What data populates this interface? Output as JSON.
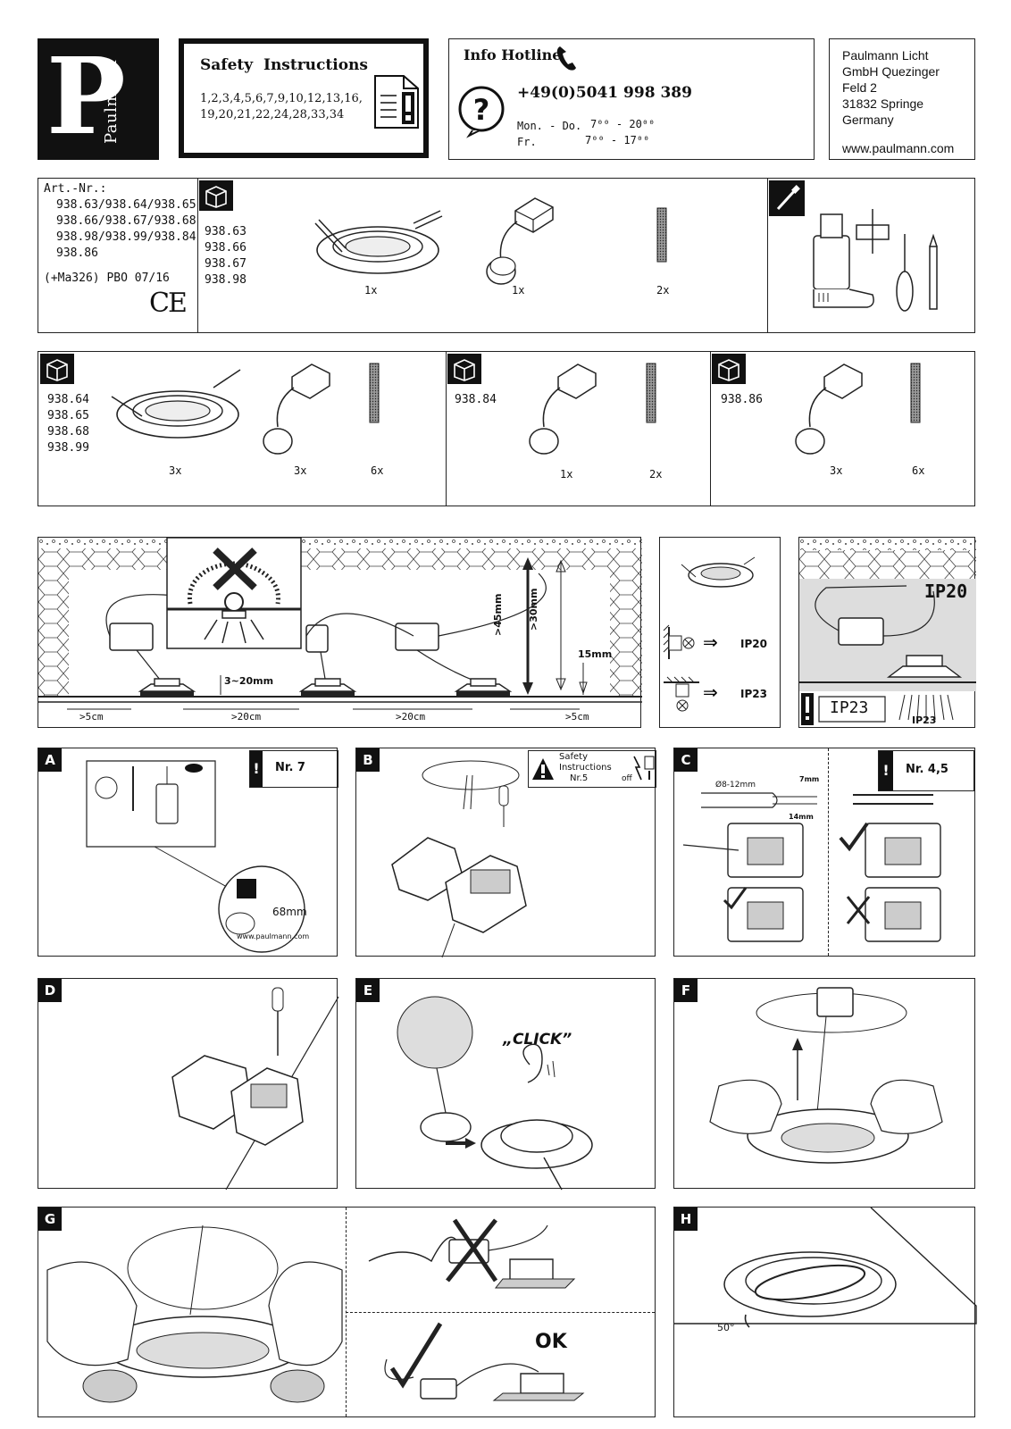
{
  "brand": {
    "letter": "P",
    "name": "Paulmann"
  },
  "safety": {
    "title": "Safety  Instructions",
    "line1": "1,2,3,4,5,6,7,9,10,12,13,16,",
    "line2": "19,20,21,22,24,28,33,34"
  },
  "hotline": {
    "title": "Info Hotline",
    "phone": "+49(0)5041 998 389",
    "days1": "Mon. - Do.",
    "hours1": "7⁰⁰ - 20⁰⁰",
    "days2": "Fr.",
    "hours2": "7⁰⁰ - 17⁰⁰"
  },
  "address": {
    "l1": "Paulmann Licht",
    "l2": "GmbH Quezinger",
    "l3": "Feld 2",
    "l4": "31832 Springe",
    "l5": "Germany",
    "web": "www.paulmann.com"
  },
  "article": {
    "label": "Art.-Nr.:",
    "r1": "938.63/938.64/938.65",
    "r2": "938.66/938.67/938.68",
    "r3": "938.98/938.99/938.84",
    "r4": "938.86",
    "code": "(+Ma326) PBO 07/16",
    "ce": "CE"
  },
  "kit1": {
    "models": [
      "938.63",
      "938.66",
      "938.67",
      "938.98"
    ],
    "qty_fixture": "1x",
    "qty_module": "1x",
    "qty_strip": "2x"
  },
  "kit2": {
    "models": [
      "938.64",
      "938.65",
      "938.68",
      "938.99"
    ],
    "qty_fixture": "3x",
    "qty_module": "3x",
    "qty_strip": "6x"
  },
  "kit3": {
    "models": [
      "938.84"
    ],
    "qty_module": "1x",
    "qty_strip": "2x"
  },
  "kit4": {
    "models": [
      "938.86"
    ],
    "qty_module": "3x",
    "qty_strip": "6x"
  },
  "install": {
    "d45": ">45mm",
    "d30": ">30mm",
    "d15": "15mm",
    "thick": "3~20mm",
    "s1": ">5cm",
    "s2": ">20cm",
    "s3": ">20cm",
    "s4": ">5cm"
  },
  "ip": {
    "ip20": "IP20",
    "ip23": "IP23",
    "ip20_big": "IP20",
    "ip23_box": "IP23",
    "ip23_small": "IP23"
  },
  "steps": {
    "a": {
      "label": "A",
      "nr": "Nr. 7",
      "hole": "68mm",
      "web": "www.paulmann.com"
    },
    "b": {
      "label": "B",
      "safety1": "Safety",
      "safety2": "Instructions",
      "nr": "Nr.5",
      "off": "off"
    },
    "c": {
      "label": "C",
      "diam": "Ø8-12mm",
      "strip1": "7mm",
      "strip2": "14mm",
      "nr": "Nr. 4,5"
    },
    "d": {
      "label": "D"
    },
    "e": {
      "label": "E",
      "click": "„CLICK”"
    },
    "f": {
      "label": "F"
    },
    "g": {
      "label": "G",
      "ok": "OK"
    },
    "h": {
      "label": "H",
      "angle": "50°"
    }
  }
}
